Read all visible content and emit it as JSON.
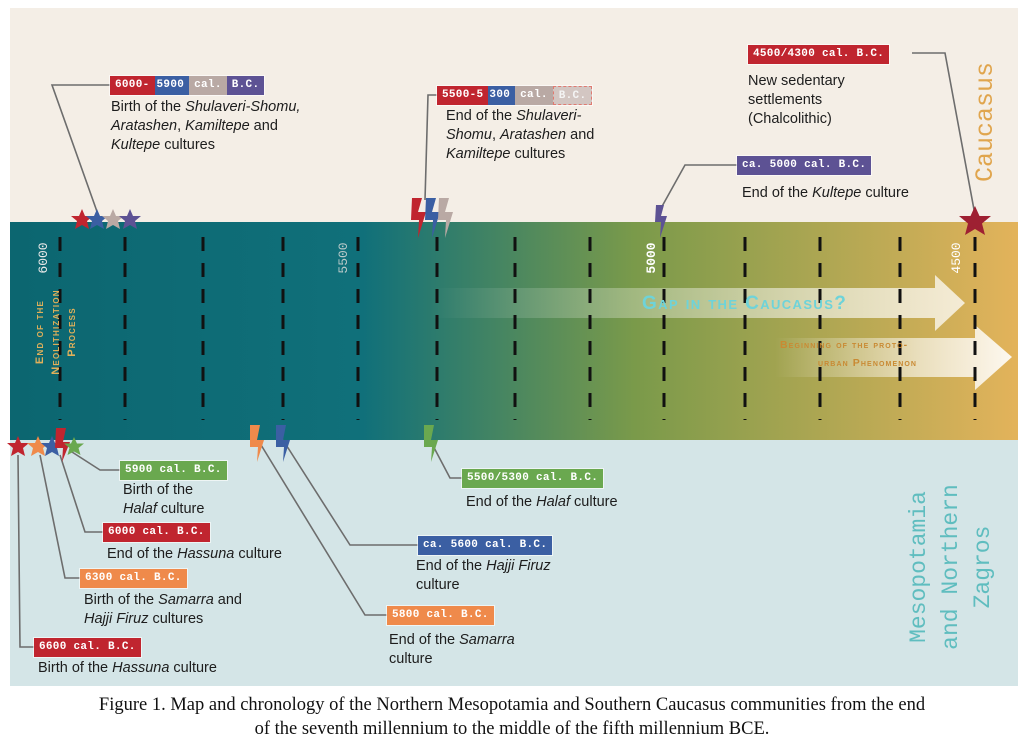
{
  "regions": {
    "caucasus": "Caucasus",
    "mesopotamia_line1": "Mesopotamia",
    "mesopotamia_line2": "and Northern",
    "mesopotamia_line3": "Zagros"
  },
  "band": {
    "end_neolithization_line1": "End of the",
    "end_neolithization_line2": "Neolithization",
    "end_neolithization_line3": "Process",
    "gap": "Gap in the Caucasus?",
    "proto_urban_line1": "Beginning of the proto-",
    "proto_urban_line2": "urban Phenomenon"
  },
  "years": [
    "6000",
    "5500",
    "5000",
    "4500"
  ],
  "top_events": [
    {
      "tag_parts": [
        "6000-",
        "5900",
        "cal.",
        "B.C."
      ],
      "label_lines": [
        "Birth of the |Shulaveri-Shomu,|",
        "|Aratashen|, |Kamiltepe| and",
        "|Kultepe| cultures"
      ]
    },
    {
      "tag_parts": [
        "5500-5",
        "300",
        "cal.",
        "B.C."
      ],
      "label_lines": [
        "End of the |Shulaveri-|",
        "|Shomu|, |Aratashen| and",
        "|Kamiltepe| cultures"
      ]
    },
    {
      "tag_parts": [
        "ca. 5000 cal. B.C."
      ],
      "label_lines": [
        "End of the |Kultepe| culture"
      ]
    },
    {
      "tag_parts": [
        "4500/4300 cal. B.C."
      ],
      "label_lines": [
        "New sedentary",
        "settlements",
        "(Chalcolithic)"
      ]
    }
  ],
  "bottom_events": [
    {
      "tag_parts": [
        "5900 cal. B.C."
      ],
      "label_lines": [
        "Birth of the",
        "|Halaf| culture"
      ]
    },
    {
      "tag_parts": [
        "6000 cal. B.C."
      ],
      "label_lines": [
        "End of the |Hassuna| culture"
      ]
    },
    {
      "tag_parts": [
        "6300 cal. B.C."
      ],
      "label_lines": [
        "Birth of the |Samarra| and",
        "|Hajji Firuz| cultures"
      ]
    },
    {
      "tag_parts": [
        "6600 cal. B.C."
      ],
      "label_lines": [
        "Birth of the |Hassuna| culture"
      ]
    },
    {
      "tag_parts": [
        "5500/5300 cal. B.C."
      ],
      "label_lines": [
        "End of the |Halaf| culture"
      ]
    },
    {
      "tag_parts": [
        "ca. 5600 cal. B.C."
      ],
      "label_lines": [
        "End of the |Hajji Firuz|",
        "culture"
      ]
    },
    {
      "tag_parts": [
        "5800 cal. B.C."
      ],
      "label_lines": [
        "End of the |Samarra|",
        "culture"
      ]
    }
  ],
  "colors": {
    "top_bg": "#f4eee6",
    "bottom_bg": "#d4e5e7",
    "band_left": "#0d6b72",
    "band_right": "#e2b25a",
    "red": "#c0252f",
    "blue": "#3b5fa3",
    "grey": "#b9a9a4",
    "purple": "#5d5294",
    "green": "#6aa84f",
    "orange": "#ef8a4b",
    "caucasus_text": "#e0a54d",
    "meso_text": "#5fbdbf"
  },
  "caption_line1": "Figure 1. Map and chronology of the Northern Mesopotamia and Southern Caucasus communities from the end",
  "caption_line2": "of the seventh millennium to the middle of the fifth millennium BCE."
}
